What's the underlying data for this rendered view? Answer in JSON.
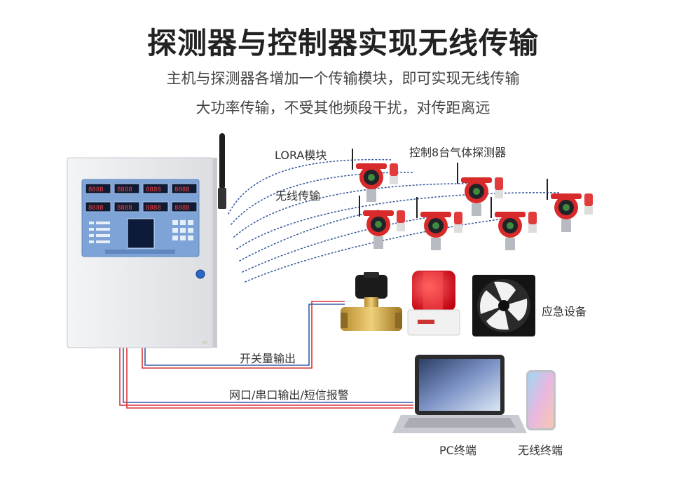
{
  "header": {
    "title": "探测器与控制器实现无线传输",
    "line1": "主机与探测器各增加一个传输模块，即可实现无线传输",
    "line2": "大功率传输，不受其他频段干扰，对传距离远"
  },
  "labels": {
    "lora": "LORA模块",
    "wireless": "无线传输",
    "control8": "控制8台气体探测器",
    "emergency": "应急设备",
    "switch_output": "开关量输出",
    "network_output": "网口/串口输出/短信报警",
    "pc": "PC终端",
    "mobile": "无线终端"
  },
  "colors": {
    "wire_red": "#d9353b",
    "wire_blue": "#3a5ba8",
    "signal_dots": "#3a5b9c",
    "cabinet": "#e9eaed",
    "panel": "#7ea3d6"
  }
}
